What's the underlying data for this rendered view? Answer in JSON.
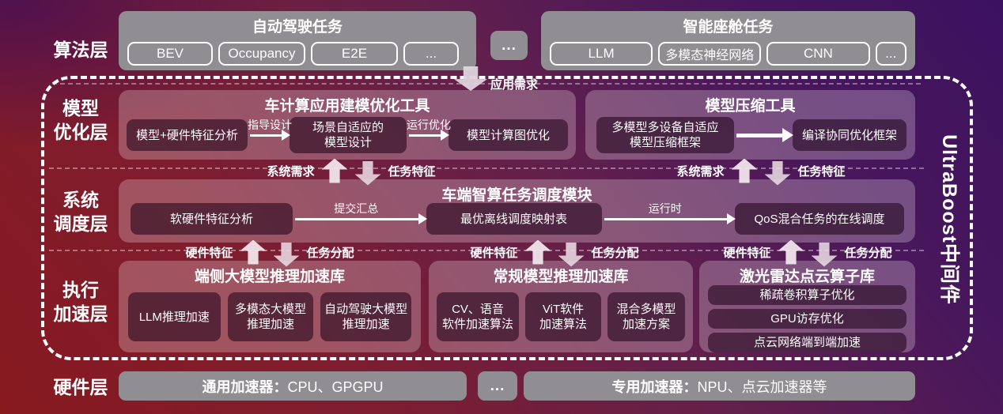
{
  "title": "UltraBoost中间件",
  "algorithm_layer": {
    "label": "算法层",
    "ellipsis": "...",
    "groups": [
      {
        "title": "自动驾驶任务",
        "items": [
          "BEV",
          "Occupancy",
          "E2E",
          "..."
        ]
      },
      {
        "title": "智能座舱任务",
        "items": [
          "LLM",
          "多模态神经网络",
          "CNN",
          "..."
        ]
      }
    ]
  },
  "app_demand_label": "应用需求",
  "model_opt_layer": {
    "label": "模型\n优化层",
    "modeling_tool": {
      "title": "车计算应用建模优化工具",
      "steps": [
        "模型+硬件特征分析",
        "场景自适应的\n模型设计",
        "模型计算图优化"
      ],
      "arrow_labels": [
        "指导设计",
        "运行优化"
      ]
    },
    "compression_tool": {
      "title": "模型压缩工具",
      "steps": [
        "多模型多设备自适应\n模型压缩框架",
        "编译协同优化框架"
      ]
    }
  },
  "exchange_model_scheduler": {
    "up_label": "系统需求",
    "down_label": "任务特征"
  },
  "scheduler_layer": {
    "label": "系统\n调度层",
    "title": "车端智算任务调度模块",
    "steps": [
      "软硬件特征分析",
      "最优离线调度映射表",
      "QoS混合任务的在线调度"
    ],
    "arrow_labels": [
      "提交汇总",
      "运行时"
    ]
  },
  "exchange_scheduler_accel": {
    "up_label": "硬件特征",
    "down_label": "任务分配"
  },
  "accel_layer": {
    "label": "执行\n加速层",
    "llm_lib": {
      "title": "端侧大模型推理加速库",
      "items": [
        "LLM推理加速",
        "多模态大模型\n推理加速",
        "自动驾驶大模型\n推理加速"
      ]
    },
    "regular_lib": {
      "title": "常规模型推理加速库",
      "items": [
        "CV、语音\n软件加速算法",
        "ViT软件\n加速算法",
        "混合多模型\n加速方案"
      ]
    },
    "lidar_lib": {
      "title": "激光雷达点云算子库",
      "items": [
        "稀疏卷积算子优化",
        "GPU访存优化",
        "点云网络端到端加速"
      ]
    }
  },
  "hardware_layer": {
    "label": "硬件层",
    "ellipsis": "...",
    "general": {
      "prefix": "通用加速器：",
      "value": "CPU、GPGPU"
    },
    "special": {
      "prefix": "专用加速器：",
      "value": "NPU、点云加速器等"
    }
  },
  "colors": {
    "accent_gray": "#908E93",
    "arrow_fill": "#E9DCE2",
    "frame": "#FFFFFF"
  }
}
